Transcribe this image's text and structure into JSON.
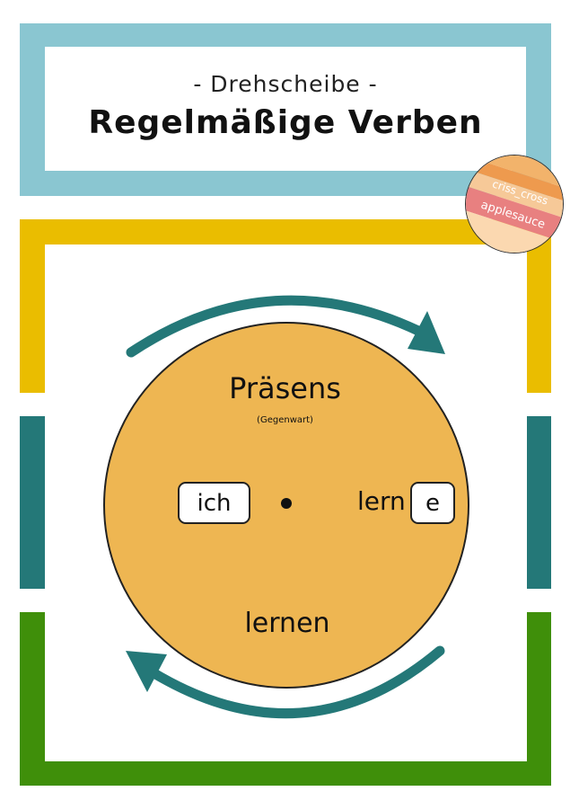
{
  "header": {
    "subtitle": "- Drehscheibe -",
    "title": "Regelmäßige Verben"
  },
  "logo": {
    "line1": "criss_cross",
    "line2": "applesauce",
    "stripe_colors": [
      "#f2b36b",
      "#ee9a4e",
      "#f6c998",
      "#e88080",
      "#fbd8b0"
    ]
  },
  "wheel": {
    "tense": "Präsens",
    "tense_note": "(Gegenwart)",
    "pronoun": "ich",
    "stem": "lern",
    "ending": "e",
    "infinitive": "lernen"
  },
  "colors": {
    "blue": "#8ac6d1",
    "yellow": "#eabd00",
    "teal": "#247878",
    "green": "#3f8f0a",
    "wheel": "#eeb652"
  }
}
